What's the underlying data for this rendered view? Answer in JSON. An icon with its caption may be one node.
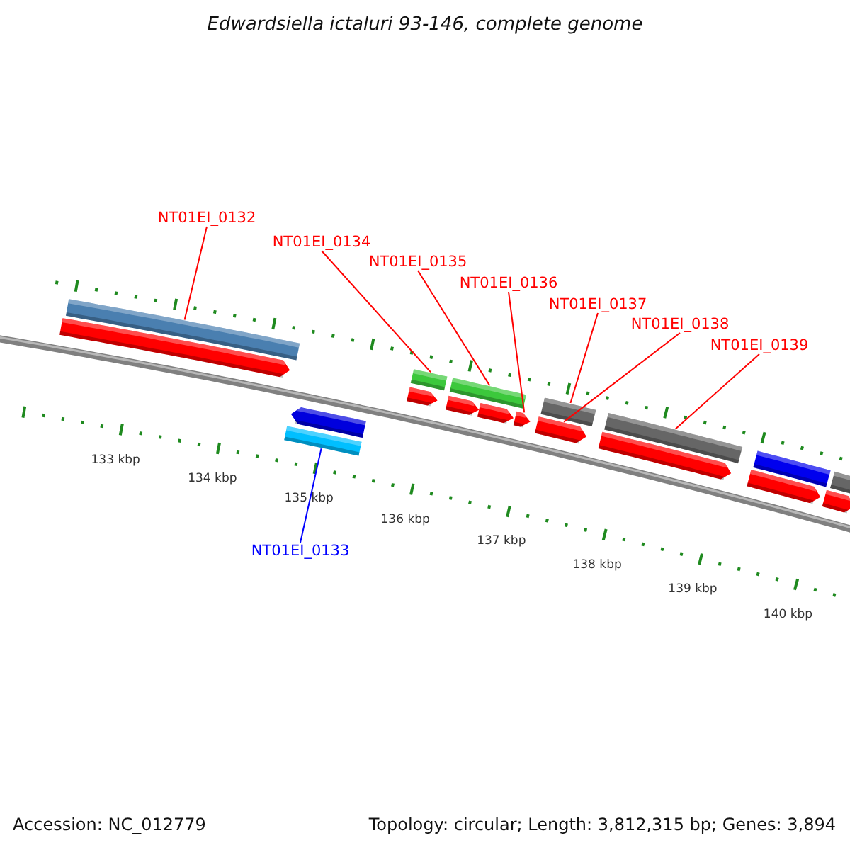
{
  "diagram": {
    "title": "Edwardsiella ictaluri 93-146, complete genome",
    "nodes": [
      {
        "text": [
          "NT01EI_0132"
        ]
      },
      {
        "text": [
          "NT01EI_0134"
        ]
      },
      {
        "text": [
          "NT01EI_0135"
        ]
      },
      {
        "text": [
          "NT01EI_0136"
        ]
      },
      {
        "text": [
          "NT01EI_0137"
        ]
      },
      {
        "text": [
          "NT01EI_0138"
        ]
      },
      {
        "text": [
          "NT01EI_0139"
        ]
      },
      {
        "text": [
          "NT01EI_0133"
        ]
      },
      {
        "text": [],
        "shape": "bar"
      },
      {
        "text": [],
        "shape": "bar"
      },
      {
        "text": [],
        "shape": "bar"
      },
      {
        "text": [],
        "shape": "bar"
      },
      {
        "text": [],
        "shape": "bar"
      },
      {
        "text": [],
        "shape": "bar"
      },
      {
        "text": [],
        "shape": "bar"
      },
      {
        "text": [],
        "shape": "bar"
      },
      {
        "text": [],
        "shape": "bar"
      },
      {
        "text": [],
        "shape": "bar"
      },
      {
        "text": [],
        "shape": "bar"
      },
      {
        "text": [],
        "shape": "bar"
      },
      {
        "text": [],
        "shape": "bar"
      },
      {
        "text": [],
        "shape": "bar"
      },
      {
        "text": [],
        "shape": "bar"
      },
      {
        "text": [],
        "shape": "bar"
      },
      {
        "text": [],
        "shape": "bar"
      },
      {
        "text": [],
        "shape": "bar"
      }
    ],
    "edges": [
      {
        "from": 0,
        "to": 8,
        "arrow": "none"
      },
      {
        "from": 1,
        "to": 12,
        "arrow": "none"
      },
      {
        "from": 2,
        "to": 14,
        "arrow": "none"
      },
      {
        "from": 3,
        "to": 17,
        "arrow": "none"
      },
      {
        "from": 4,
        "to": 18,
        "arrow": "none"
      },
      {
        "from": 5,
        "to": 19,
        "arrow": "none"
      },
      {
        "from": 6,
        "to": 20,
        "arrow": "none"
      },
      {
        "from": 7,
        "to": 11,
        "arrow": "none",
        "color": "#0000ff"
      }
    ],
    "labels": [
      "133 kbp",
      "134 kbp",
      "135 kbp",
      "136 kbp",
      "137 kbp",
      "138 kbp",
      "139 kbp",
      "140 kbp",
      "Accession: NC_012779",
      "Topology: circular; Length: 3,812,315 bp; Genes: 3,894"
    ]
  }
}
